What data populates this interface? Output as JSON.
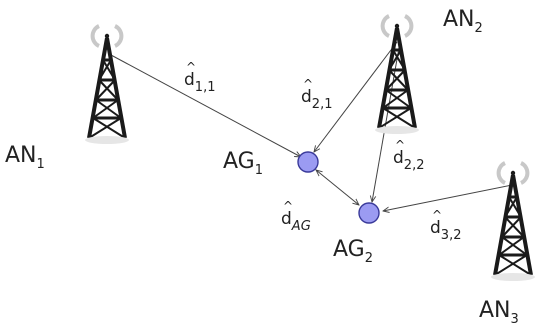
{
  "anchor_nodes": [
    {
      "id": "AN1",
      "base": "AN",
      "sub": "1"
    },
    {
      "id": "AN2",
      "base": "AN",
      "sub": "2"
    },
    {
      "id": "AN3",
      "base": "AN",
      "sub": "3"
    }
  ],
  "agents": [
    {
      "id": "AG1",
      "base": "AG",
      "sub": "1"
    },
    {
      "id": "AG2",
      "base": "AG",
      "sub": "2"
    }
  ],
  "distances": [
    {
      "id": "d11",
      "symbol": "d",
      "sub": "1,1"
    },
    {
      "id": "d21",
      "symbol": "d",
      "sub": "2,1"
    },
    {
      "id": "d22",
      "symbol": "d",
      "sub": "2,2"
    },
    {
      "id": "d32",
      "symbol": "d",
      "sub": "3,2"
    },
    {
      "id": "dAG",
      "symbol": "d",
      "sub": "AG"
    }
  ],
  "colors": {
    "agent_fill": "#9b9bf2",
    "agent_stroke": "#3a3a9a",
    "tower": "#1a1a1a",
    "signal": "#c8c8c8"
  }
}
